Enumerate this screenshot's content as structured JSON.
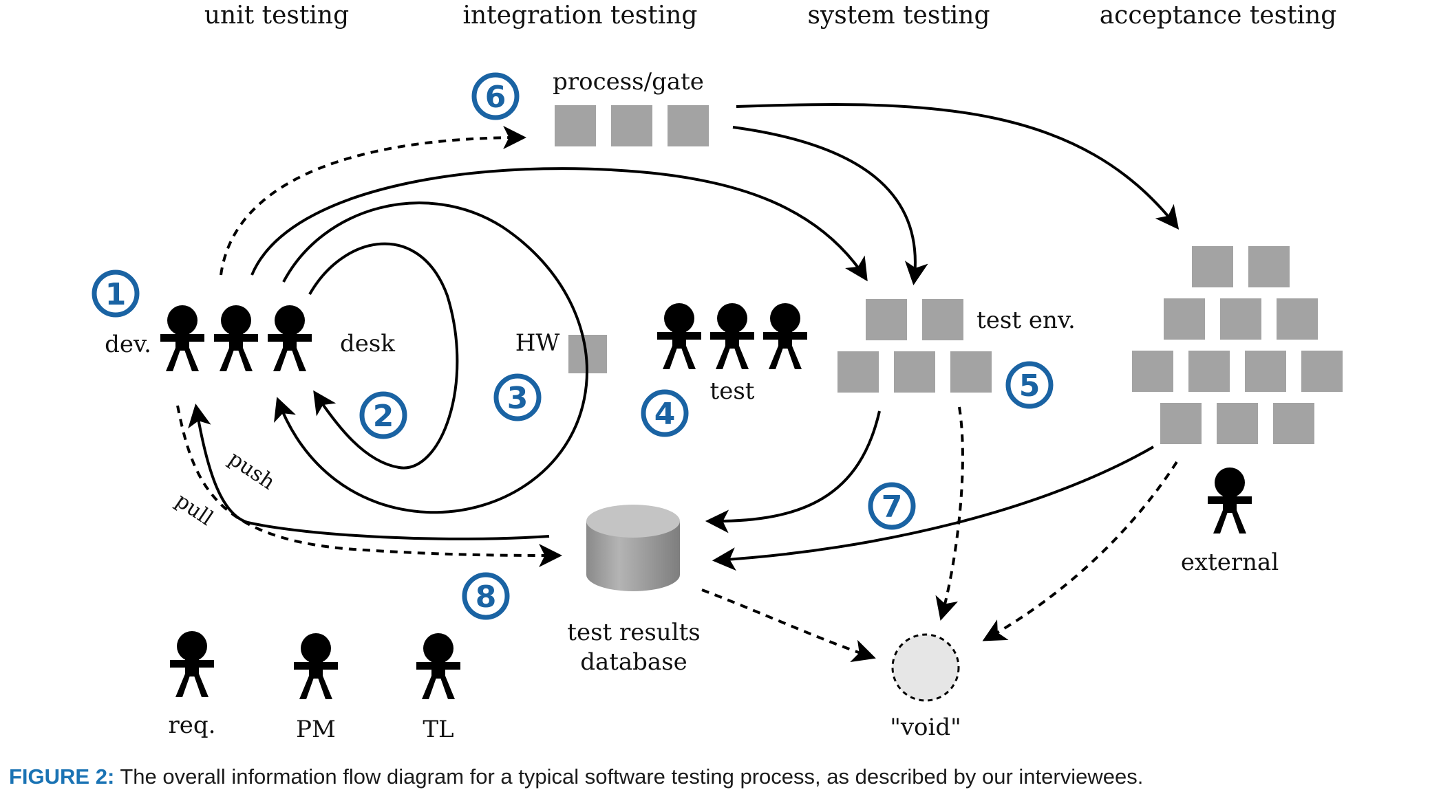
{
  "column_headers": {
    "unit": "unit testing",
    "integration": "integration testing",
    "system": "system testing",
    "acceptance": "acceptance testing"
  },
  "labels": {
    "process_gate": "process/gate",
    "dev": "dev.",
    "desk": "desk",
    "hw": "HW",
    "test": "test",
    "test_env": "test env.",
    "external": "external",
    "push": "push",
    "pull": "pull",
    "db_line1": "test results",
    "db_line2": "database",
    "void": "\"void\"",
    "req": "req.",
    "pm": "PM",
    "tl": "TL"
  },
  "markers": {
    "m1": "1",
    "m2": "2",
    "m3": "3",
    "m4": "4",
    "m5": "5",
    "m6": "6",
    "m7": "7",
    "m8": "8"
  },
  "caption": {
    "label": "FIGURE 2:",
    "text": " The overall information flow diagram for a typical software testing process, as described by our interviewees."
  },
  "colors": {
    "marker": "#1a63a3",
    "box": "#a3a3a3",
    "arrow": "#000000",
    "void_fill": "#e6e6e6",
    "caption_label": "#1a73b4"
  }
}
